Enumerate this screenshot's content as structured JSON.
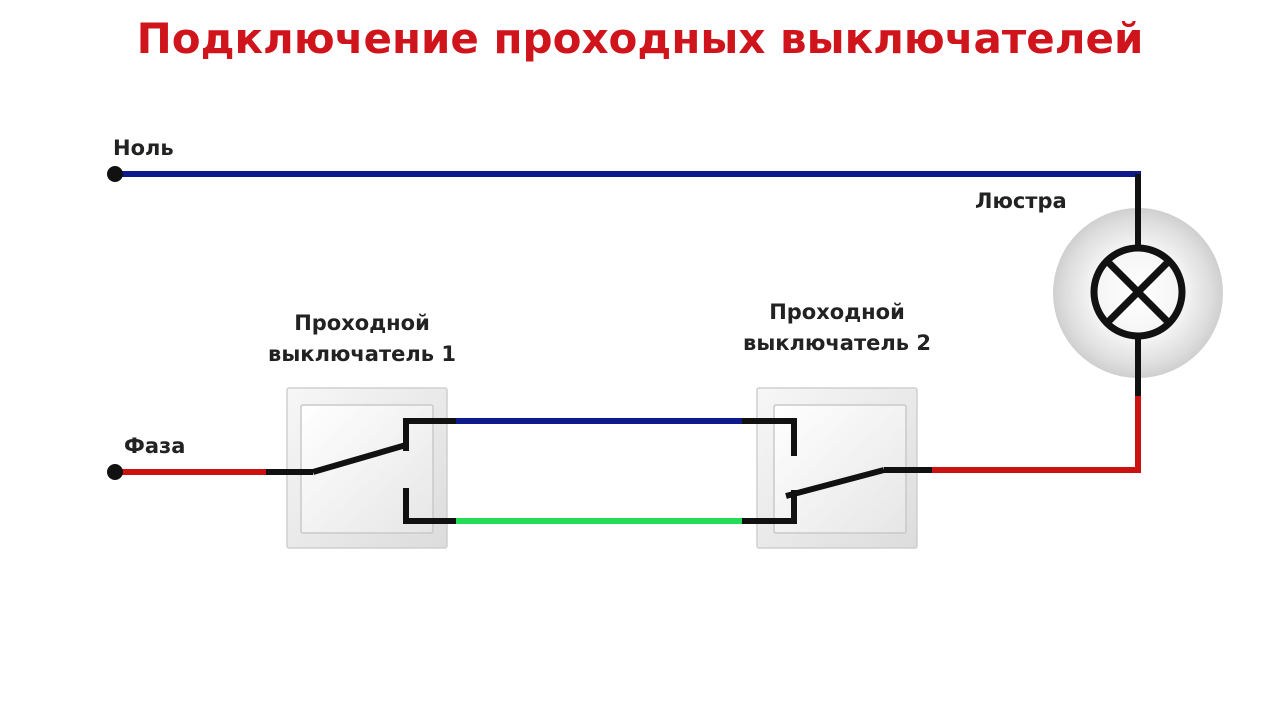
{
  "title": "Подключение проходных выключателей",
  "labels": {
    "neutral": "Ноль",
    "phase": "Фаза",
    "chandelier": "Люстра",
    "switch1_line1": "Проходной",
    "switch1_line2": "выключатель 1",
    "switch2_line1": "Проходной",
    "switch2_line2": "выключатель 2"
  },
  "colors": {
    "title": "#d0141c",
    "neutral_wire": "#0d1a8c",
    "phase_wire": "#cc1111",
    "traveler_top": "#0d1a8c",
    "traveler_bottom": "#22dd55",
    "internal_wire": "#111111",
    "switch_plate": "#ececec"
  },
  "icons": [
    "lamp-icon",
    "switch-1-icon",
    "switch-2-icon"
  ]
}
